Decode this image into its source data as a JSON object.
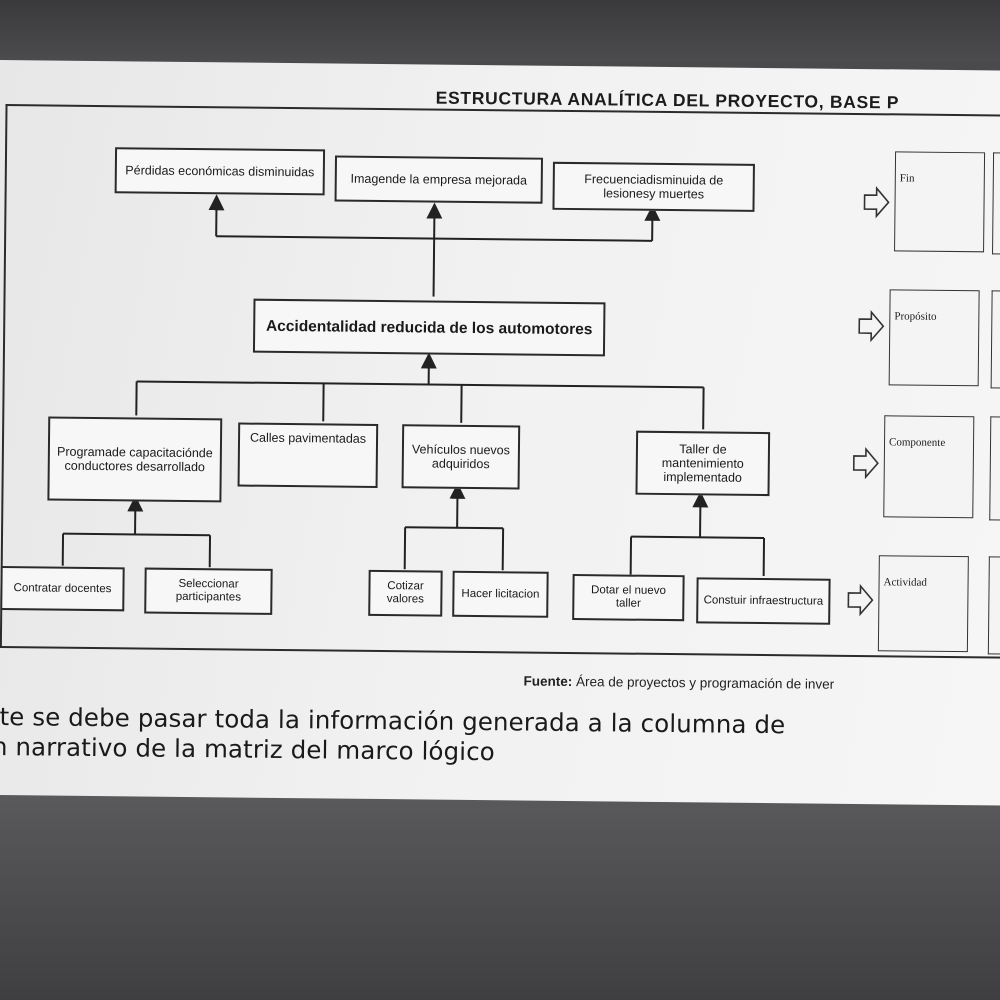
{
  "slide": {
    "title": "ESTRUCTURA ANALÍTICA DEL PROYECTO, BASE P",
    "source_label": "Fuente:",
    "source_text": "Área de proyectos y programación de inver",
    "caption_line1": "nente se debe pasar toda la información generada a la columna de",
    "caption_line2": "men narrativo de la matriz del marco lógico"
  },
  "diagram": {
    "fines": [
      "Pérdidas económicas disminuidas",
      "Imagende la empresa mejorada",
      "Frecuenciadisminuida de lesionesy muertes"
    ],
    "proposito": "Accidentalidad reducida de los automotores",
    "componentes": [
      "Programade capacitaciónde conductores desarrollado",
      "Calles pavimentadas",
      "Vehículos nuevos adquiridos",
      "Taller de mantenimiento implementado"
    ],
    "actividades": [
      "Contratar docentes",
      "Seleccionar participantes",
      "Cotizar valores",
      "Hacer licitacion",
      "Dotar el nuevo taller",
      "Constuir infraestructura"
    ],
    "levels": [
      "Fin",
      "Propósito",
      "Componente",
      "Actividad"
    ],
    "icons": [
      "right-arrow-icon"
    ]
  },
  "colors": {
    "slide_background": "#f1f1f1",
    "room_background": "#4a4a4c",
    "ink": "#1a1a1a"
  }
}
